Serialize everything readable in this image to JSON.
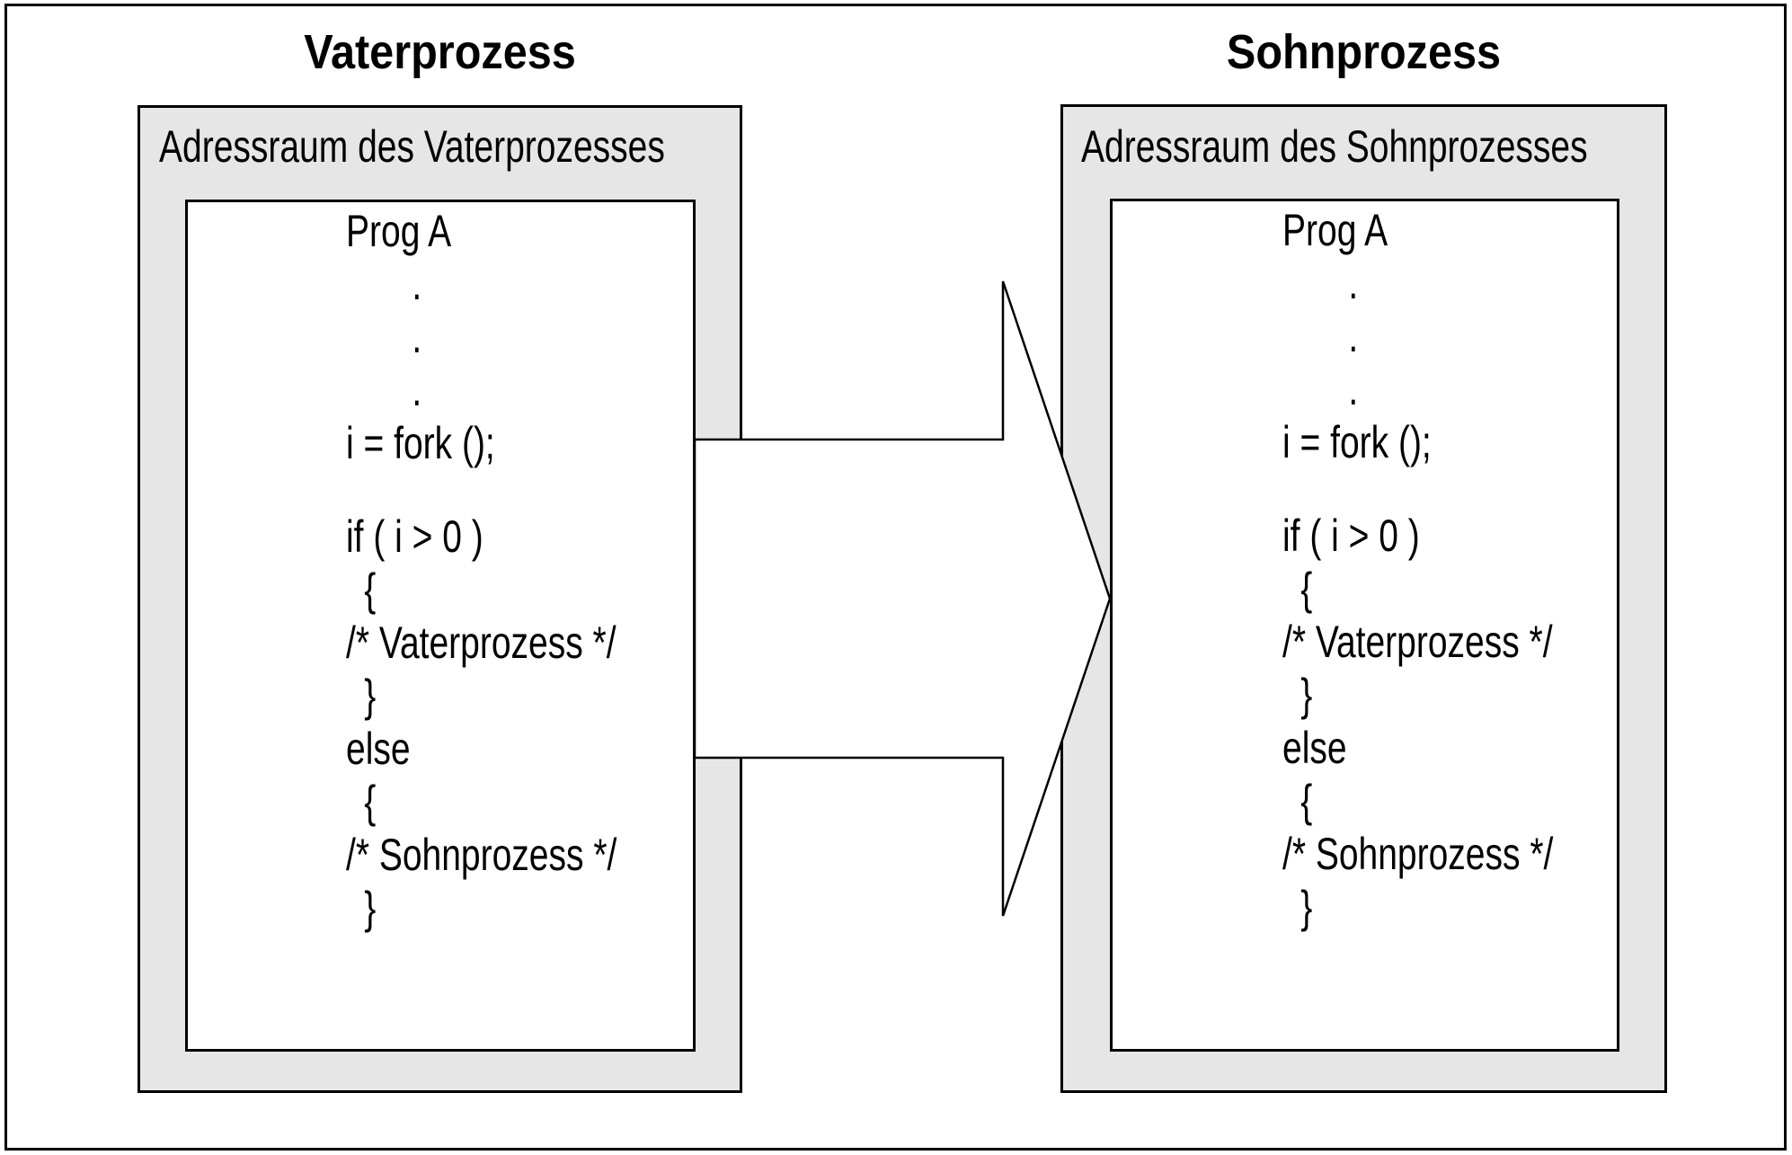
{
  "figure": {
    "kind": "fork-address-space-diagram",
    "colors": {
      "box_fill": "#e6e6e6",
      "line": "#000000",
      "background": "#ffffff",
      "arrow_fill": "#ffffff"
    }
  },
  "arrow": {
    "direction": "left-to-right"
  },
  "panels": [
    {
      "title": "Vaterprozess",
      "address_space_label": "Adressraum des Vaterprozesses",
      "code_lines": [
        {
          "text": "Prog A",
          "style": "plain"
        },
        {
          "text": ".",
          "style": "dot"
        },
        {
          "text": ".",
          "style": "dot"
        },
        {
          "text": ".",
          "style": "dot"
        },
        {
          "text": "i = fork ();",
          "style": "plain"
        },
        {
          "text": "",
          "style": "gap"
        },
        {
          "text": "if ( i > 0 )",
          "style": "plain"
        },
        {
          "text": "{",
          "style": "indent"
        },
        {
          "text": "/* Vaterprozess */",
          "style": "plain"
        },
        {
          "text": "}",
          "style": "indent"
        },
        {
          "text": "else",
          "style": "plain"
        },
        {
          "text": "{",
          "style": "indent"
        },
        {
          "text": "/* Sohnprozess */",
          "style": "plain"
        },
        {
          "text": "}",
          "style": "indent"
        }
      ]
    },
    {
      "title": "Sohnprozess",
      "address_space_label": "Adressraum des Sohnprozesses",
      "code_lines": [
        {
          "text": "Prog A",
          "style": "plain"
        },
        {
          "text": ".",
          "style": "dot"
        },
        {
          "text": ".",
          "style": "dot"
        },
        {
          "text": ".",
          "style": "dot"
        },
        {
          "text": "i = fork ();",
          "style": "plain"
        },
        {
          "text": "",
          "style": "gap"
        },
        {
          "text": "if ( i > 0 )",
          "style": "plain"
        },
        {
          "text": "{",
          "style": "indent"
        },
        {
          "text": "/* Vaterprozess */",
          "style": "plain"
        },
        {
          "text": "}",
          "style": "indent"
        },
        {
          "text": "else",
          "style": "plain"
        },
        {
          "text": "{",
          "style": "indent"
        },
        {
          "text": "/* Sohnprozess */",
          "style": "plain"
        },
        {
          "text": "}",
          "style": "indent"
        }
      ]
    }
  ]
}
